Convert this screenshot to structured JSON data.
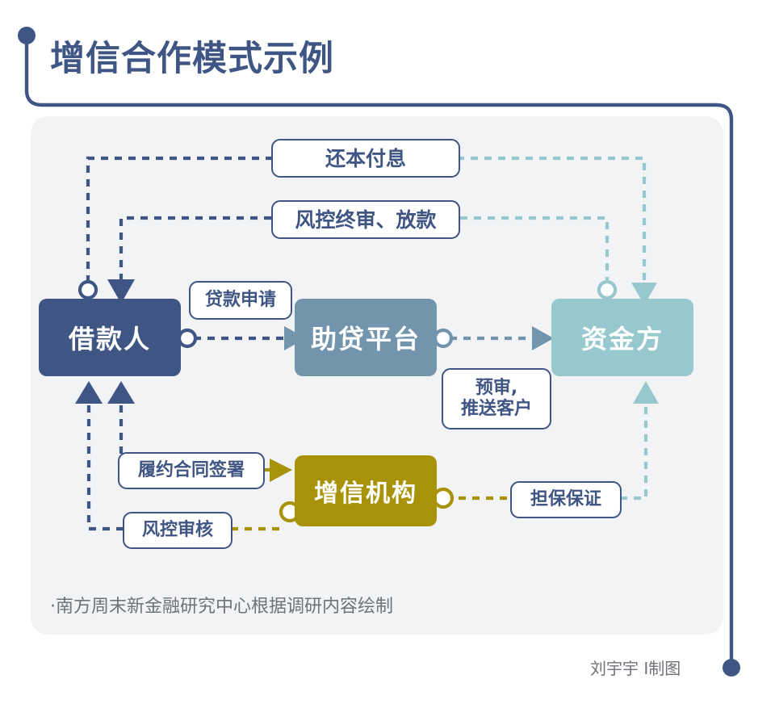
{
  "page": {
    "title": "增信合作模式示例",
    "footnote": "·南方周末新金融研究中心根据调研内容绘制",
    "credit": "刘宇宇 Ⅰ制图"
  },
  "colors": {
    "title": "#3f5684",
    "panel_bg": "#f2f3f4",
    "dark_blue": "#3f5684",
    "mid_blue": "#7394ad",
    "light_teal": "#97c8ce",
    "olive": "#a89208",
    "label_border": "#3f5684",
    "muted_text": "#6f7276",
    "page_bg": "#ffffff"
  },
  "nodes": [
    {
      "id": "borrower",
      "label": "借款人",
      "color": "#3f5684"
    },
    {
      "id": "platform",
      "label": "助贷平台",
      "color": "#7394ad"
    },
    {
      "id": "funder",
      "label": "资金方",
      "color": "#97c8ce"
    },
    {
      "id": "credit_org",
      "label": "增信机构",
      "color": "#a89208"
    }
  ],
  "edge_labels": {
    "repay": "还本付息",
    "final_review": "风控终审、放款",
    "loan_application": "贷款申请",
    "pre_review_line1": "预审,",
    "pre_review_line2": "推送客户",
    "contract_signing": "履约合同签署",
    "risk_review": "风控审核",
    "guarantee": "担保保证"
  },
  "edges": [
    {
      "name": "borrower-to-platform",
      "label": "贷款申请",
      "from": "borrower",
      "to": "platform",
      "start_marker": "circle",
      "end_marker": "arrow",
      "color": "#3f5684"
    },
    {
      "name": "platform-to-funder",
      "label": "预审,推送客户",
      "from": "platform",
      "to": "funder",
      "start_marker": "circle",
      "end_marker": "arrow",
      "color": "#7394ad"
    },
    {
      "name": "borrower-to-funder-repay",
      "label": "还本付息",
      "from": "borrower",
      "to": "funder",
      "start_marker": "circle",
      "end_marker": "arrow",
      "color": "#3f5684"
    },
    {
      "name": "funder-to-borrower-final",
      "label": "风控终审、放款",
      "from": "funder",
      "to": "borrower",
      "start_marker": "circle",
      "end_marker": "arrow",
      "color": "#97c8ce"
    },
    {
      "name": "credit-to-borrower-contract",
      "label": "履约合同签署",
      "from": "borrower",
      "to": "credit_org",
      "start_marker": "arrow",
      "end_marker": "arrow",
      "color": "#3f5684"
    },
    {
      "name": "credit-to-borrower-risk",
      "label": "风控审核",
      "from": "credit_org",
      "to": "borrower",
      "start_marker": "circle",
      "end_marker": "arrow",
      "color": "#a89208"
    },
    {
      "name": "credit-to-funder-guarantee",
      "label": "担保保证",
      "from": "credit_org",
      "to": "funder",
      "start_marker": "circle",
      "end_marker": "arrow",
      "color": "#a89208"
    }
  ]
}
